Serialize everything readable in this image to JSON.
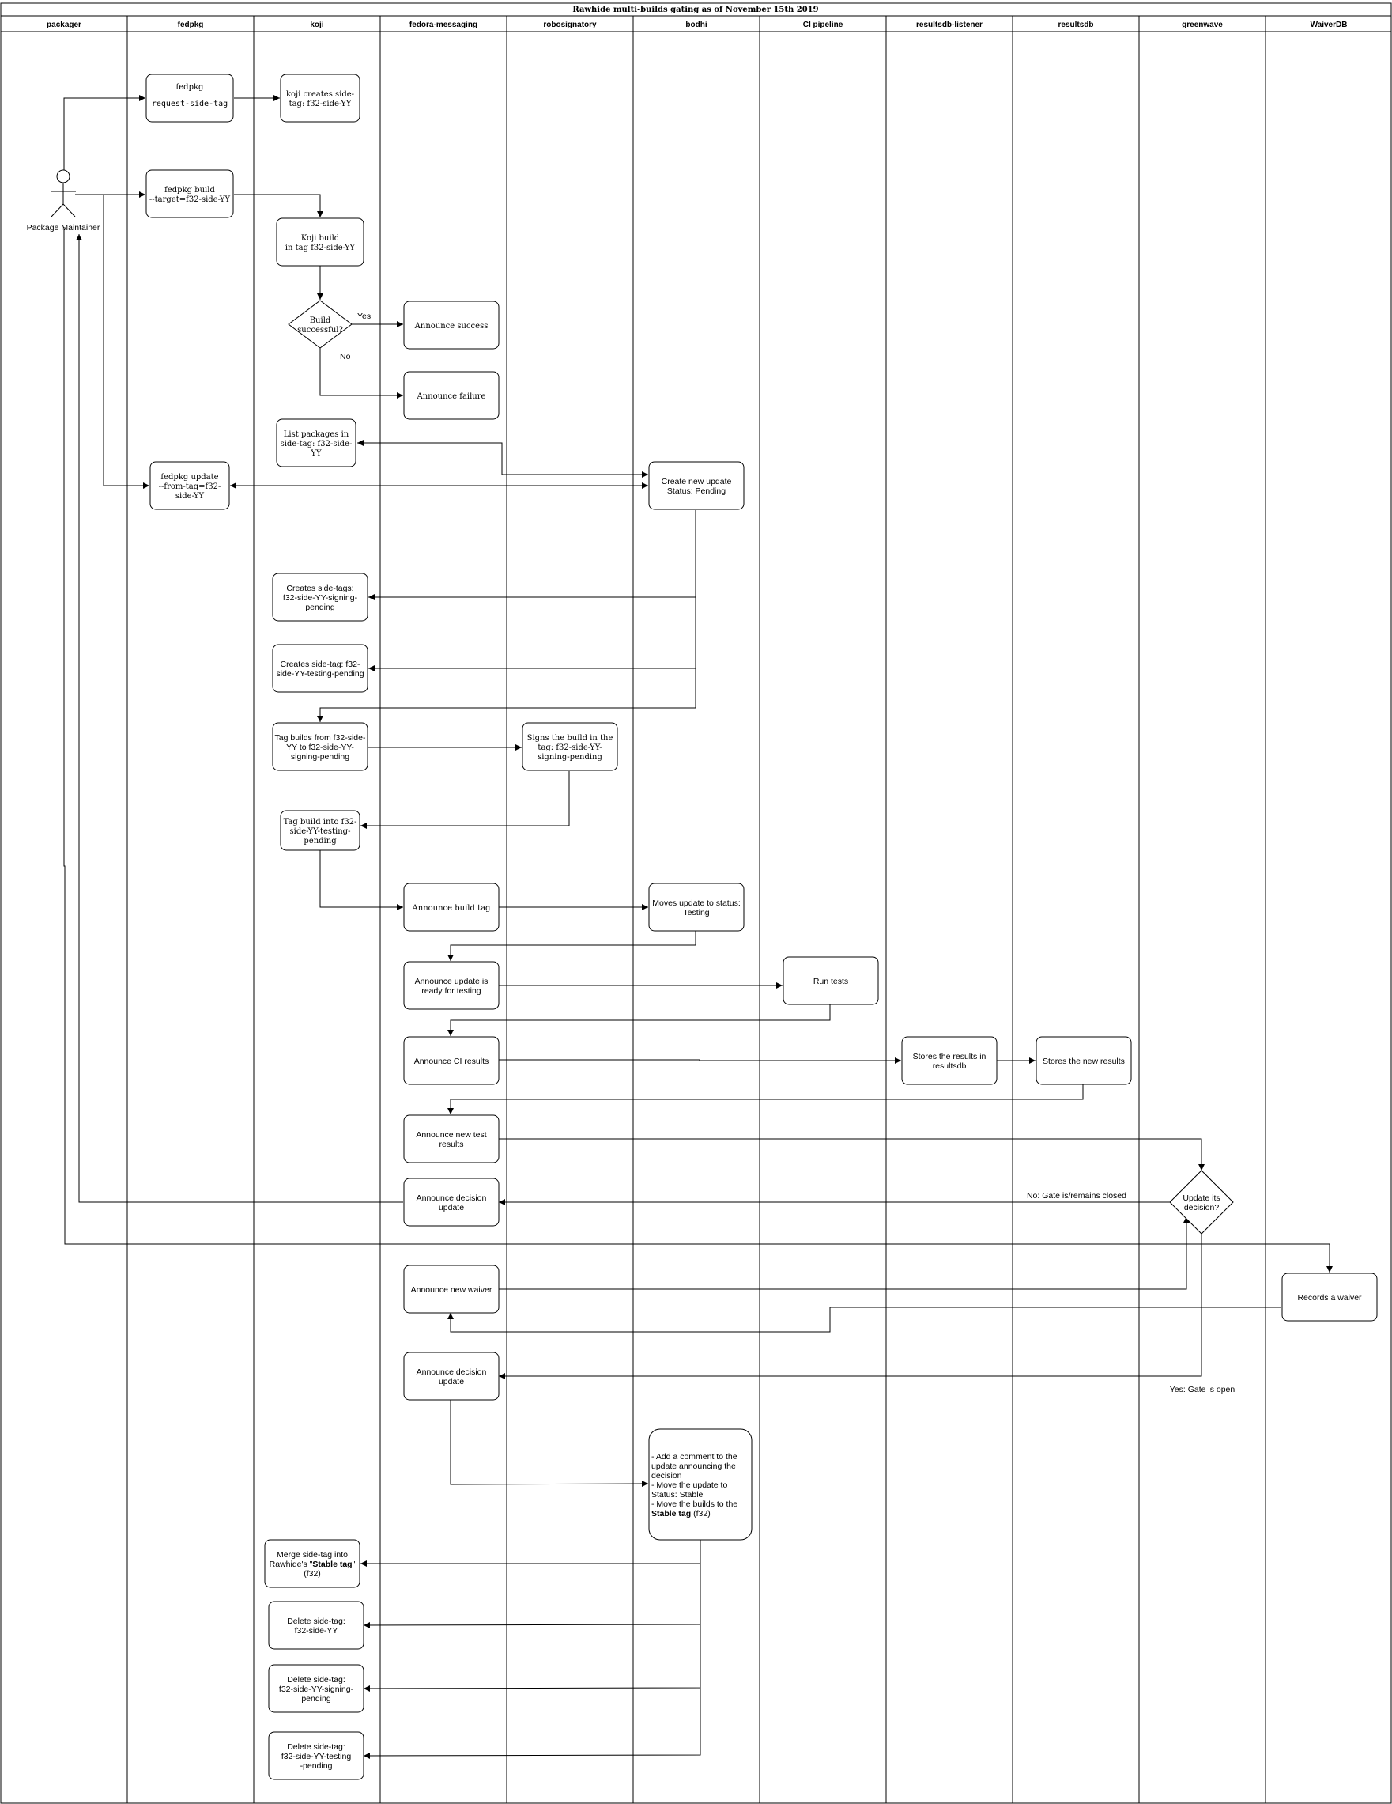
{
  "title": "Rawhide multi-builds gating as of November 15th 2019",
  "lanes": [
    "packager",
    "fedpkg",
    "koji",
    "fedora-messaging",
    "robosignatory",
    "bodhi",
    "CI pipeline",
    "resultsdb-listener",
    "resultsdb",
    "greenwave",
    "WaiverDB"
  ],
  "actor": {
    "label": "Package Maintainer"
  },
  "nodes": {
    "req_side_tag": [
      "fedpkg",
      "request-side-tag"
    ],
    "koji_side_tag": [
      "koji creates side-",
      "tag: f32-side-YY"
    ],
    "fedpkg_build": [
      "fedpkg build",
      "--target=f32-side-YY"
    ],
    "koji_build": [
      "Koji build",
      "in tag f32-side-YY"
    ],
    "build_ok": [
      "Build",
      "successful?"
    ],
    "ann_success": [
      "Announce success"
    ],
    "ann_failure": [
      "Announce failure"
    ],
    "list_pkgs": [
      "List packages in",
      "side-tag: f32-side-",
      "YY"
    ],
    "fedpkg_update": [
      "fedpkg update",
      "--from-tag=f32-",
      "side-YY"
    ],
    "create_update": [
      "Create new update",
      "Status: Pending"
    ],
    "sig_pending": [
      "Creates side-tags:",
      "f32-side-YY-signing-",
      "pending"
    ],
    "test_pending": [
      "Creates side-tag: f32-",
      "side-YY-testing-pending"
    ],
    "tag_builds": [
      "Tag builds from f32-side-",
      "YY to f32-side-YY-",
      "signing-pending"
    ],
    "signs_build": [
      "Signs the build in the",
      "tag: f32-side-YY-",
      "signing-pending"
    ],
    "tag_into_testing": [
      "Tag build into f32-",
      "side-YY-testing-",
      "pending"
    ],
    "ann_build_tag": [
      "Announce build tag"
    ],
    "moves_testing": [
      "Moves update to status:",
      "Testing"
    ],
    "ann_ready": [
      "Announce update is",
      "ready for testing"
    ],
    "run_tests": [
      "Run tests"
    ],
    "ann_ci": [
      "Announce CI results"
    ],
    "stores_rdb": [
      "Stores the results in",
      "resultsdb"
    ],
    "stores_new": [
      "Stores the new results"
    ],
    "ann_new_results": [
      "Announce new test",
      "results"
    ],
    "update_decision": [
      "Update its",
      "decision?"
    ],
    "ann_decision_1": [
      "Announce decision",
      "update"
    ],
    "records_waiver": [
      "Records a waiver"
    ],
    "ann_waiver": [
      "Announce new waiver"
    ],
    "ann_decision_2": [
      "Announce decision",
      "update"
    ],
    "bodhi_final": [
      "- Add a comment to the",
      "update announcing the",
      "decision",
      "- Move the update to",
      "Status: Stable",
      "- Move the builds to the",
      "Stable tag|| (f32)"
    ],
    "merge_side": [
      "Merge side-tag into",
      "Rawhide's \"Stable tag\"",
      "(f32)"
    ],
    "del_side": [
      "Delete side-tag:",
      "f32-side-YY"
    ],
    "del_signing": [
      "Delete side-tag:",
      "f32-side-YY-signing-",
      "pending"
    ],
    "del_testing": [
      "Delete side-tag:",
      "f32-side-YY-testing",
      "-pending"
    ]
  },
  "edge_labels": {
    "yes": "Yes",
    "no": "No",
    "gate_closed": "No: Gate is/remains closed",
    "gate_open": "Yes: Gate is open"
  }
}
